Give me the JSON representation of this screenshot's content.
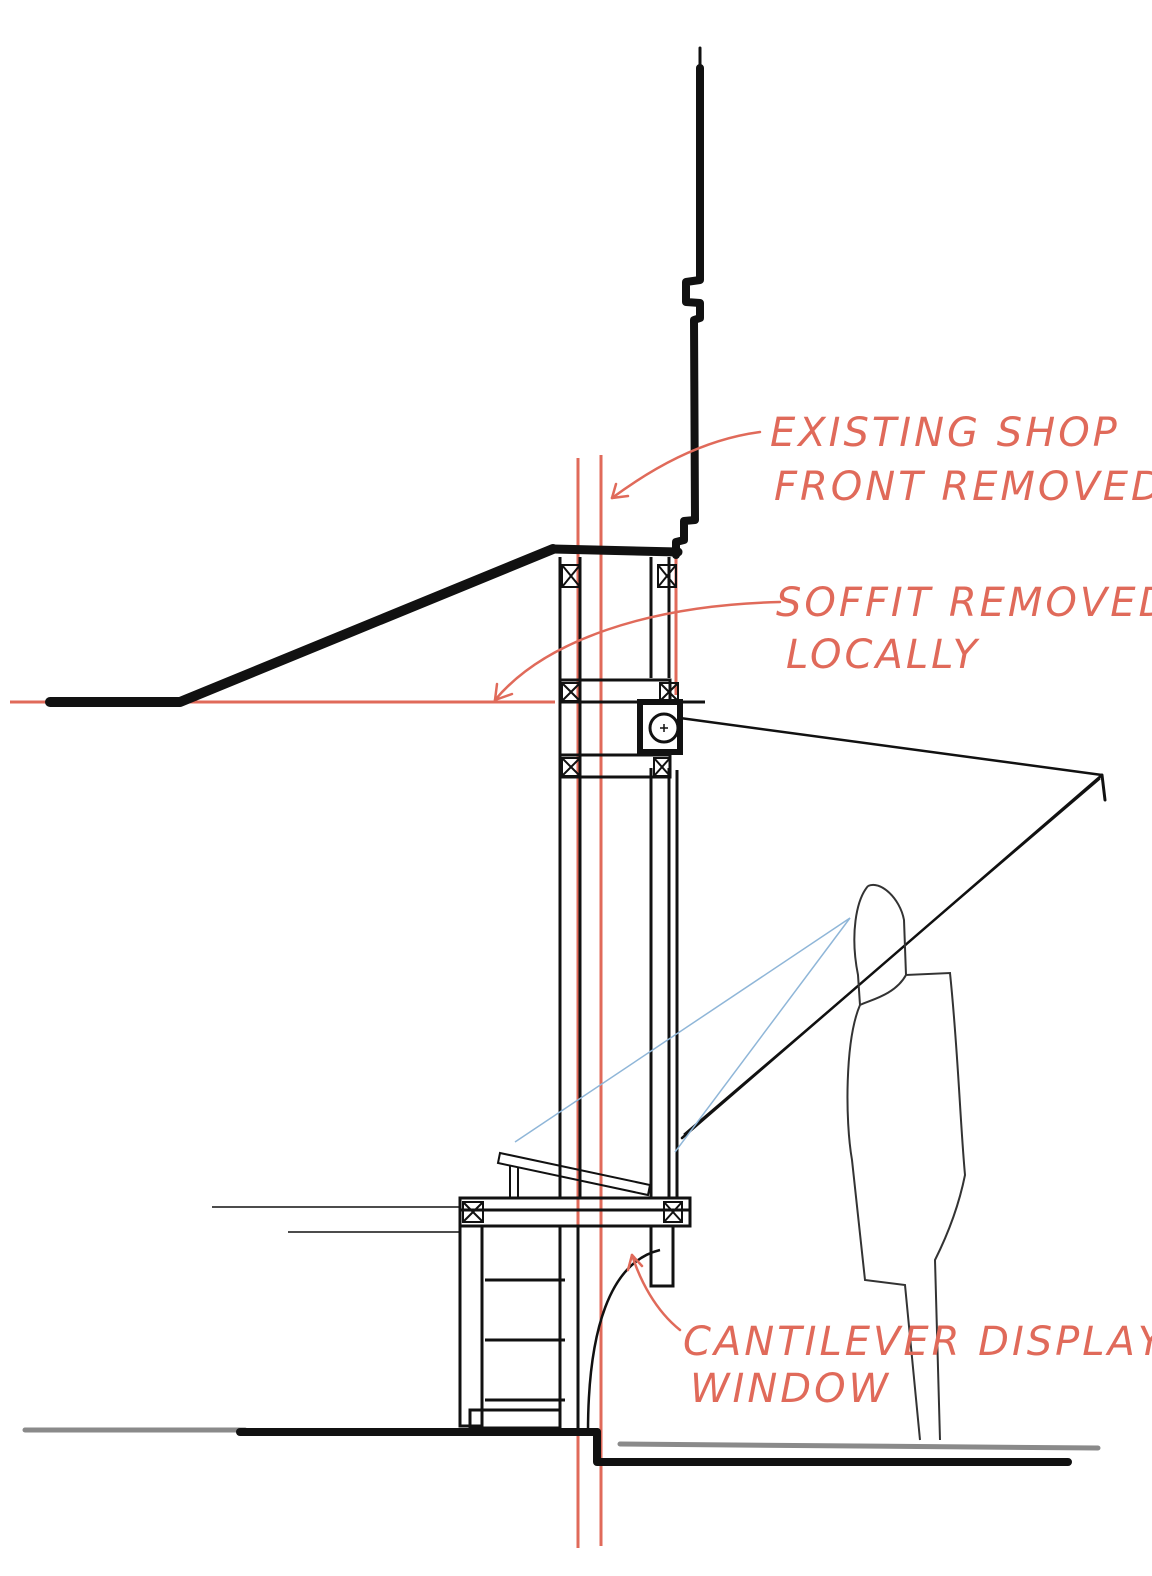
{
  "annotations": {
    "shopfront_line1": "EXISTING SHOP",
    "shopfront_line2": "FRONT REMOVED",
    "soffit_line1": "SOFFIT REMOVED",
    "soffit_line2": "LOCALLY",
    "display_line1": "CANTILEVER DISPLAY",
    "display_line2": "WINDOW"
  },
  "colors": {
    "ink": "#111111",
    "redline": "#e06a5a",
    "sightline": "#8fb6d8",
    "figure": "#333333",
    "ground_hatch": "#8a8a8a"
  }
}
